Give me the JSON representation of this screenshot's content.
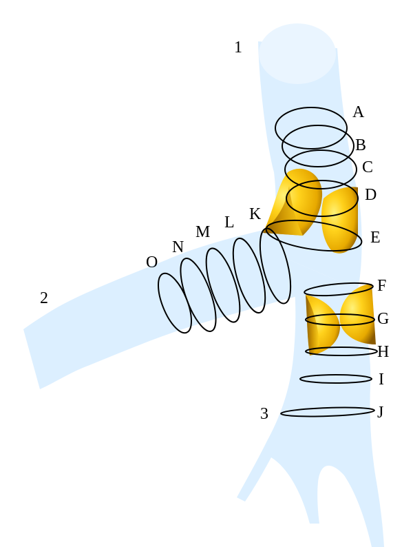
{
  "colors": {
    "vessel": "#dcefff",
    "vessel_light": "#eaf5ff",
    "ring": "#000000",
    "valve_light": "#ffd21c",
    "valve_dark": "#8a5a00"
  },
  "branch_labels": {
    "one": "1",
    "two": "2",
    "three": "3"
  },
  "section_labels": {
    "a": "A",
    "b": "B",
    "c": "C",
    "d": "D",
    "e": "E",
    "f": "F",
    "g": "G",
    "h": "H",
    "i": "I",
    "j": "J",
    "k": "K",
    "l": "L",
    "m": "M",
    "n": "N",
    "o": "O"
  }
}
